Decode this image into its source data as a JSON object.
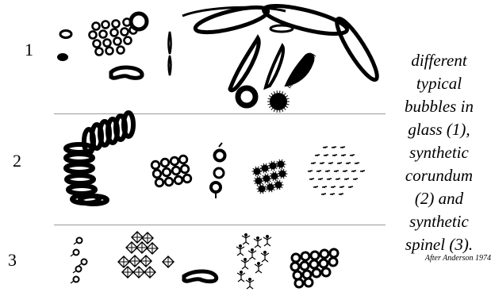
{
  "rows": [
    {
      "label": "1"
    },
    {
      "label": "2"
    },
    {
      "label": "3"
    }
  ],
  "caption_lines": [
    "different",
    "typical",
    "bubbles in",
    "glass (1),",
    "synthetic",
    "corundum",
    "(2) and",
    "synthetic",
    "spinel (3)."
  ],
  "credit": "After Anderson 1974",
  "colors": {
    "ink": "#000000",
    "divider": "#9a9a9a",
    "background": "#ffffff"
  }
}
